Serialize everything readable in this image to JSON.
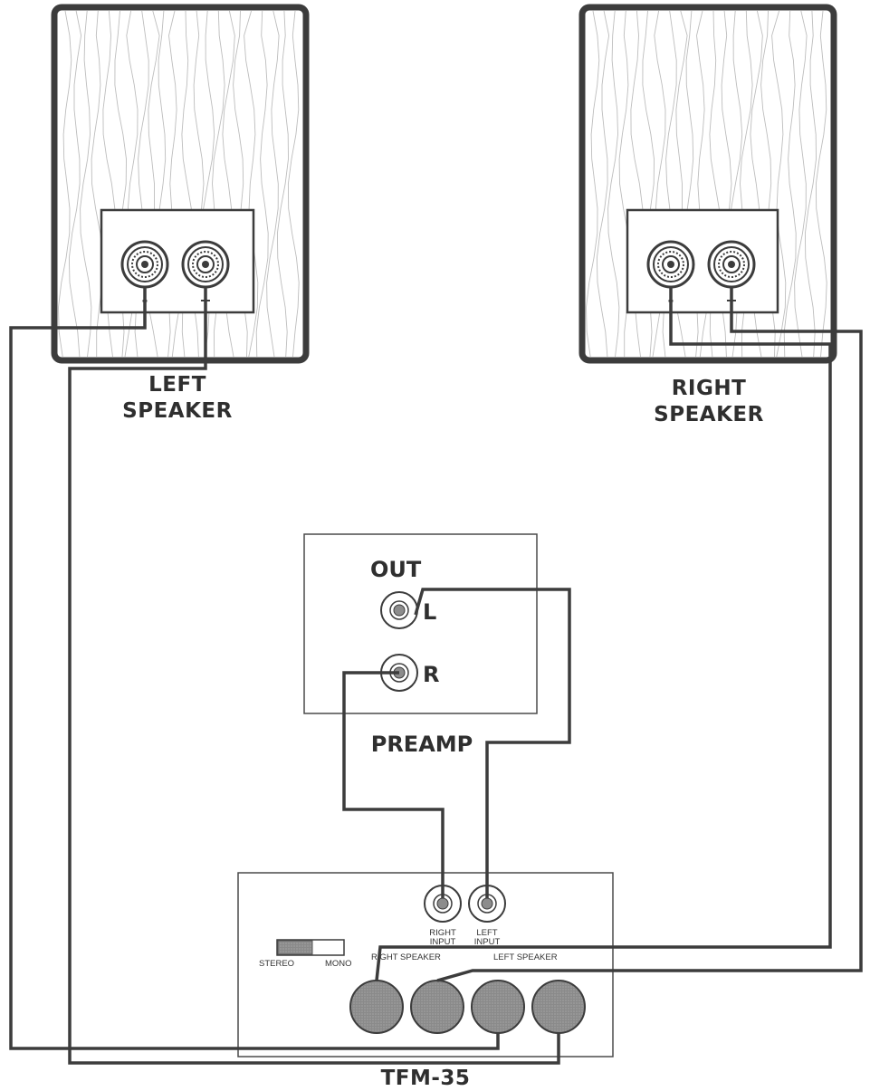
{
  "speakers": {
    "left": {
      "label_line1": "LEFT",
      "label_line2": "SPEAKER",
      "minus": "-",
      "plus": "+"
    },
    "right": {
      "label_line1": "RIGHT",
      "label_line2": "SPEAKER",
      "minus": "-",
      "plus": "+"
    }
  },
  "preamp": {
    "out_label": "OUT",
    "l_label": "L",
    "r_label": "R",
    "name": "PREAMP"
  },
  "amp": {
    "right_input_line1": "RIGHT",
    "right_input_line2": "INPUT",
    "left_input_line1": "LEFT",
    "left_input_line2": "INPUT",
    "switch_stereo": "STEREO",
    "switch_mono": "MONO",
    "right_speaker_label": "RIGHT SPEAKER",
    "left_speaker_label": "LEFT SPEAKER",
    "name": "TFM-35"
  },
  "colors": {
    "line": "#3c3c3c",
    "terminal_fill": "#8c8c8c",
    "grain": "#bdbdbd"
  }
}
